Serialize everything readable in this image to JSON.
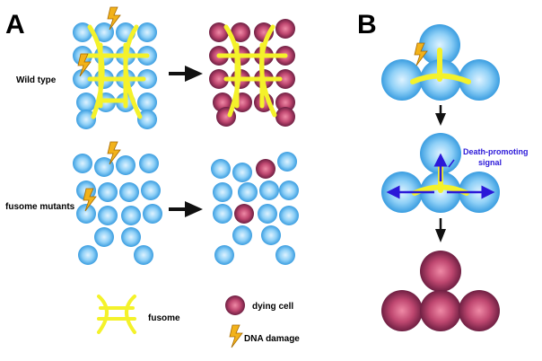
{
  "panels": {
    "a": {
      "letter": "A"
    },
    "b": {
      "letter": "B"
    }
  },
  "rows": {
    "wild_type": "Wild type",
    "fusome_mutants": "fusome mutants"
  },
  "legend": {
    "fusome": "fusome",
    "dying_cell": "dying cell",
    "dna_damage": "DNA damage"
  },
  "panel_b": {
    "signal_line1": "Death-promoting",
    "signal_line2": "signal"
  },
  "colors": {
    "healthy_cell": "#58b6f0",
    "dying_cell": "#b23a62",
    "fusome": "#f4f22a",
    "arrow": "#111111",
    "signal": "#2b18d8",
    "lightning": "#f2b21a"
  },
  "icons": [
    "lightning-bolt-icon",
    "arrow-right-icon",
    "arrow-down-icon"
  ]
}
